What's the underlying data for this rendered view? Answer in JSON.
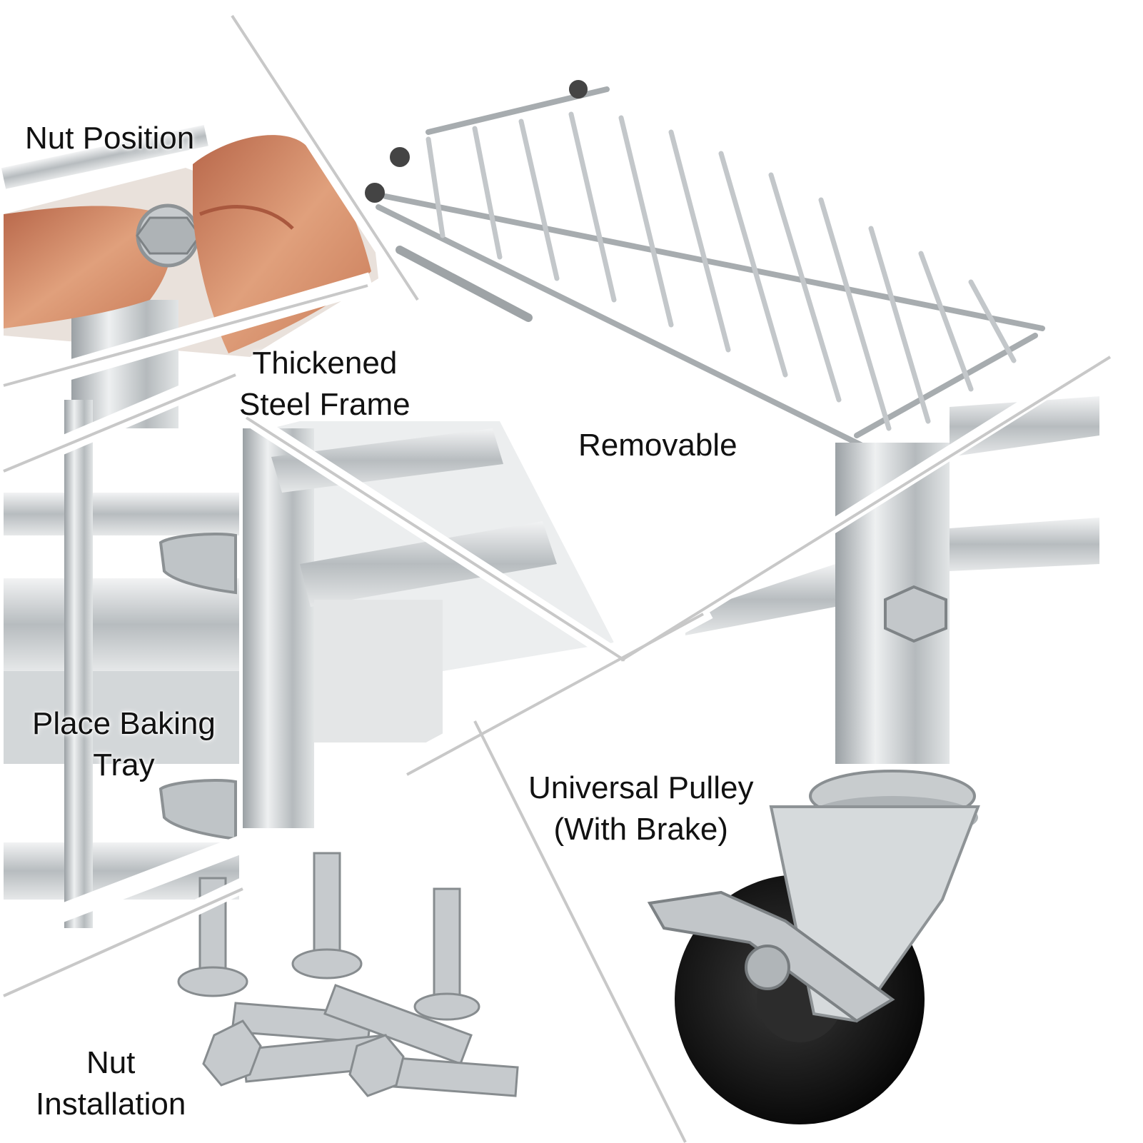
{
  "labels": {
    "nut_position": "Nut Position",
    "thickened_line1": "Thickened",
    "thickened_line2": "Steel Frame",
    "removable": "Removable",
    "baking_line1": "Place Baking",
    "baking_line2": "Tray",
    "pulley_line1": "Universal Pulley",
    "pulley_line2": "(With Brake)",
    "nut_install_line1": "Nut",
    "nut_install_line2": "Installation"
  },
  "colors": {
    "background": "#ffffff",
    "divider": "#c8c8c8",
    "steel": "#cfd3d6",
    "skin": "#d9916a",
    "wheel": "#1c1c1c"
  }
}
